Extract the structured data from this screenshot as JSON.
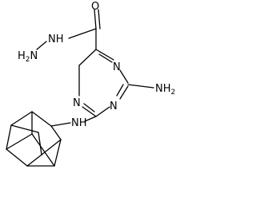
{
  "molecule": {
    "labels": {
      "oxygen": "O",
      "hydrazide_nh": "NH",
      "hydrazide_nh2_n": "N",
      "hydrazide_nh2_h": "H",
      "hydrazide_nh2_sub": "2",
      "ring_n_top": "N",
      "ring_n_left": "N",
      "ring_n_bottom": "N",
      "amino_nh": "NH",
      "amino_sub": "2",
      "adamantyl_nh": "NH"
    },
    "colors": {
      "bond": "#000000",
      "text": "#000000",
      "background": "#ffffff"
    }
  }
}
